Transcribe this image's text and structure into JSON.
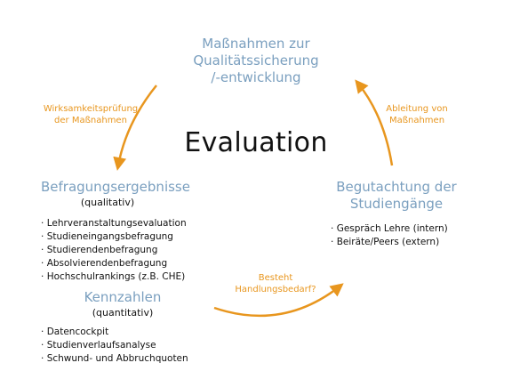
{
  "center_title": "Evaluation",
  "colors": {
    "heading": "#7a9fbf",
    "arrow": "#e8961e",
    "text": "#111111"
  },
  "top_node": {
    "lines": [
      "Maßnahmen zur",
      "Qualitätssicherung",
      "/-entwicklung"
    ]
  },
  "left_node": {
    "title": "Befragungsergebnisse",
    "subtitle": "(qualitativ)",
    "items": [
      "Lehrveranstaltungsevaluation",
      "Studieneingangsbefragung",
      "Studierendenbefragung",
      "Absolvierendenbefragung",
      "Hochschulrankings (z.B. CHE)"
    ]
  },
  "left_node_2": {
    "title": "Kennzahlen",
    "subtitle": "(quantitativ)",
    "items": [
      "Datencockpit",
      "Studienverlaufsanalyse",
      "Schwund- und Abbruchquoten"
    ]
  },
  "right_node": {
    "lines": [
      "Begutachtung der",
      "Studiengänge"
    ],
    "items": [
      "Gespräch Lehre (intern)",
      "Beiräte/Peers (extern)"
    ]
  },
  "edges": {
    "top_left": [
      "Wirksamkeitsprüfung",
      "der Maßnahmen"
    ],
    "top_right": [
      "Ableitung von",
      "Maßnahmen"
    ],
    "bottom": [
      "Besteht",
      "Handlungsbedarf?"
    ]
  }
}
